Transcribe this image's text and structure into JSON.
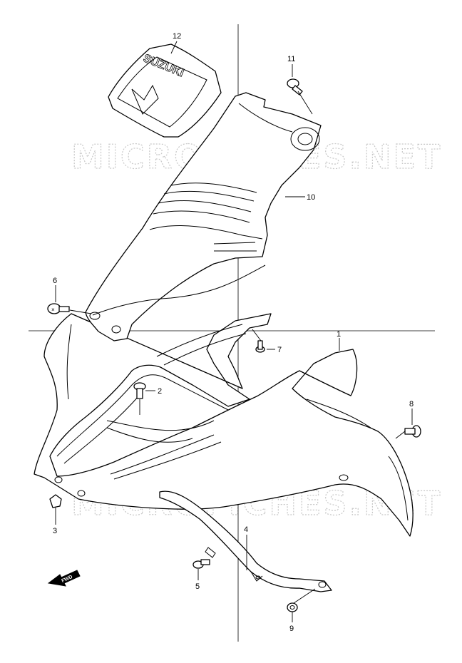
{
  "watermarks": [
    "MICROFICHES.NET",
    "MICROFICHES.NET"
  ],
  "emblem_text": "SUZUKI",
  "fwd_label": "FWD",
  "callouts": [
    {
      "id": "12",
      "label": "12"
    },
    {
      "id": "11",
      "label": "11"
    },
    {
      "id": "10",
      "label": "10"
    },
    {
      "id": "6",
      "label": "6"
    },
    {
      "id": "1",
      "label": "1"
    },
    {
      "id": "7",
      "label": "7"
    },
    {
      "id": "2",
      "label": "2"
    },
    {
      "id": "8",
      "label": "8"
    },
    {
      "id": "3",
      "label": "3"
    },
    {
      "id": "4",
      "label": "4"
    },
    {
      "id": "5",
      "label": "5"
    },
    {
      "id": "9",
      "label": "9"
    }
  ]
}
